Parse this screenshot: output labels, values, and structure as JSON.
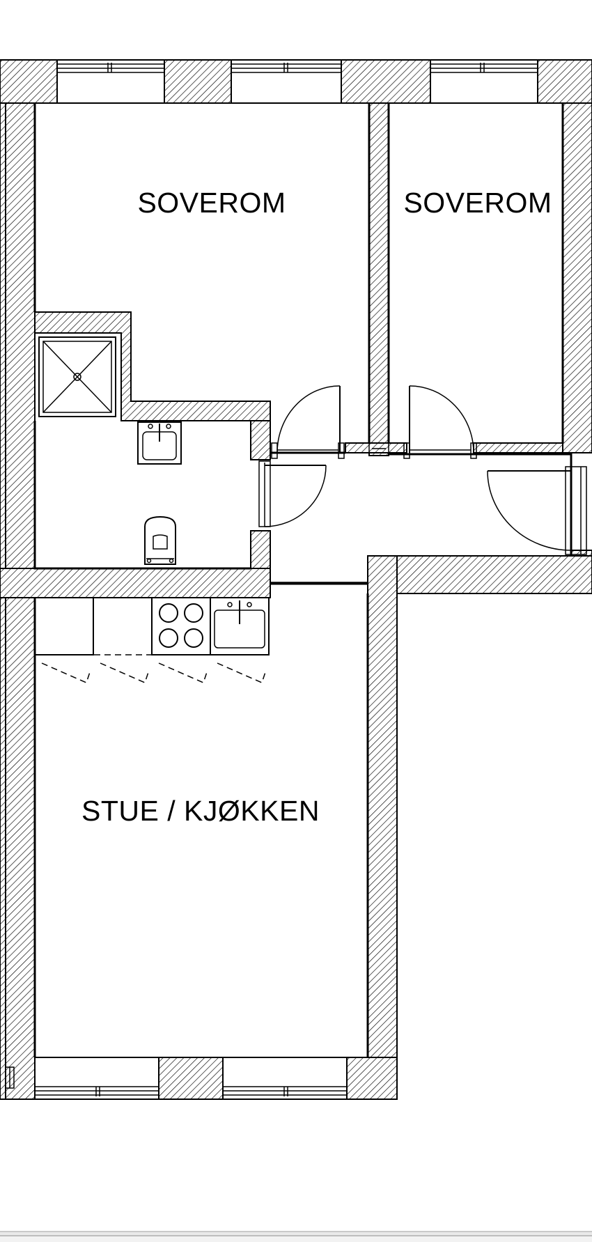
{
  "floor_plan": {
    "rooms": [
      {
        "id": "bedroom-1",
        "label": "SOVEROM"
      },
      {
        "id": "bedroom-2",
        "label": "SOVEROM"
      },
      {
        "id": "living-kitchen",
        "label": "STUE / KJØKKEN"
      }
    ],
    "colors": {
      "line": "#000000",
      "hatch": "#000000",
      "background": "#ffffff"
    }
  }
}
